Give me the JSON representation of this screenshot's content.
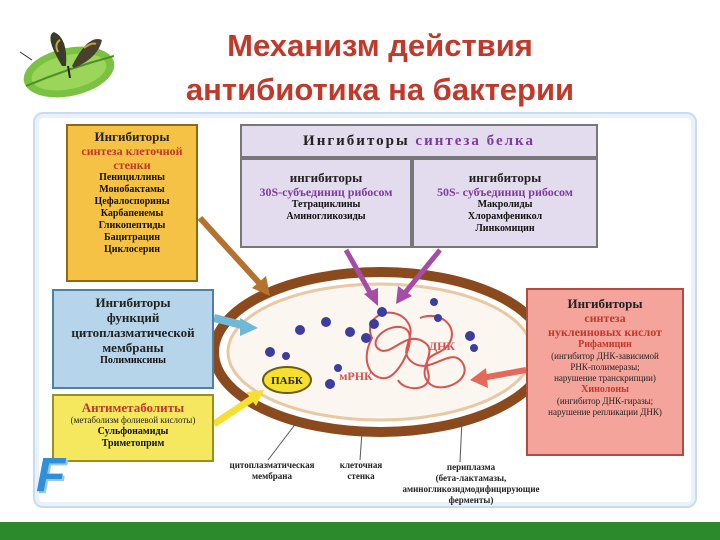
{
  "slide": {
    "title_line1": "Механизм действия",
    "title_line2": "антибиотика на бактерии"
  },
  "cell_wall_inhibitors": {
    "heading": "Ингибиторы",
    "subheading_1": "синтеза клеточной",
    "subheading_2": "стенки",
    "items": [
      "Пенициллины",
      "Монобактамы",
      "Цефалоспорины",
      "Карбапенемы",
      "Гликопептиды",
      "Бацитрацин",
      "Циклосерин"
    ]
  },
  "membrane_inhibitors": {
    "heading_1": "Ингибиторы",
    "heading_2": "функций",
    "heading_3": "цитоплазматической",
    "heading_4": "мембраны",
    "items": [
      "Полимиксины"
    ]
  },
  "antimetabolites": {
    "heading": "Антиметаболиты",
    "note": "(метаболизм фолиевой кислоты)",
    "items": [
      "Сульфонамиды",
      "Триметоприм"
    ]
  },
  "protein_synthesis": {
    "heading_a": "Ингибиторы",
    "heading_b": "синтеза белка",
    "s30": {
      "heading": "ингибиторы",
      "subheading": "30S-субъединиц рибосом",
      "items": [
        "Тетрациклины",
        "Аминогликозиды"
      ]
    },
    "s50": {
      "heading": "ингибиторы",
      "subheading": "50S- субъединиц рибосом",
      "items": [
        "Макролиды",
        "Хлорамфеникол",
        "Линкомицин"
      ]
    }
  },
  "nucleic_acid_inhibitors": {
    "heading": "Ингибиторы",
    "subheading_1": "синтеза",
    "subheading_2": "нуклеиновых кислот",
    "rifamycin": "Рифамицин",
    "rifamycin_note_1": "(ингибитор ДНК-зависимой",
    "rifamycin_note_2": "РНК-полимеразы;",
    "rifamycin_note_3": "нарушение транскрипции)",
    "quinolones": "Хинолоны",
    "quinolones_note_1": "(ингибитор ДНК-гиразы;",
    "quinolones_note_2": "нарушение репликации ДНК)"
  },
  "cell": {
    "paba_label": "ПАБК",
    "mrna_label": "мРНК",
    "dna_label": "ДНК",
    "membrane_label_1": "цитоплазматическая",
    "membrane_label_2": "мембрана",
    "wall_label_1": "клеточная",
    "wall_label_2": "стенка",
    "periplasm_1": "периплазма",
    "periplasm_2": "(бета-лактамазы,",
    "periplasm_3": "аминогликозидмодифицирующие",
    "periplasm_4": "ферменты)"
  },
  "colors": {
    "title": "#c0392b",
    "cell_wall": "#8b4a1d",
    "arrow_violet": "#a64ca6",
    "arrow_yellow": "#f5e030",
    "arrow_blue": "#6fb8d8",
    "arrow_red": "#e36a5a",
    "dna": "#d9534f",
    "ribosome": "#3d3d9e"
  },
  "logo": {
    "letter": "F"
  }
}
